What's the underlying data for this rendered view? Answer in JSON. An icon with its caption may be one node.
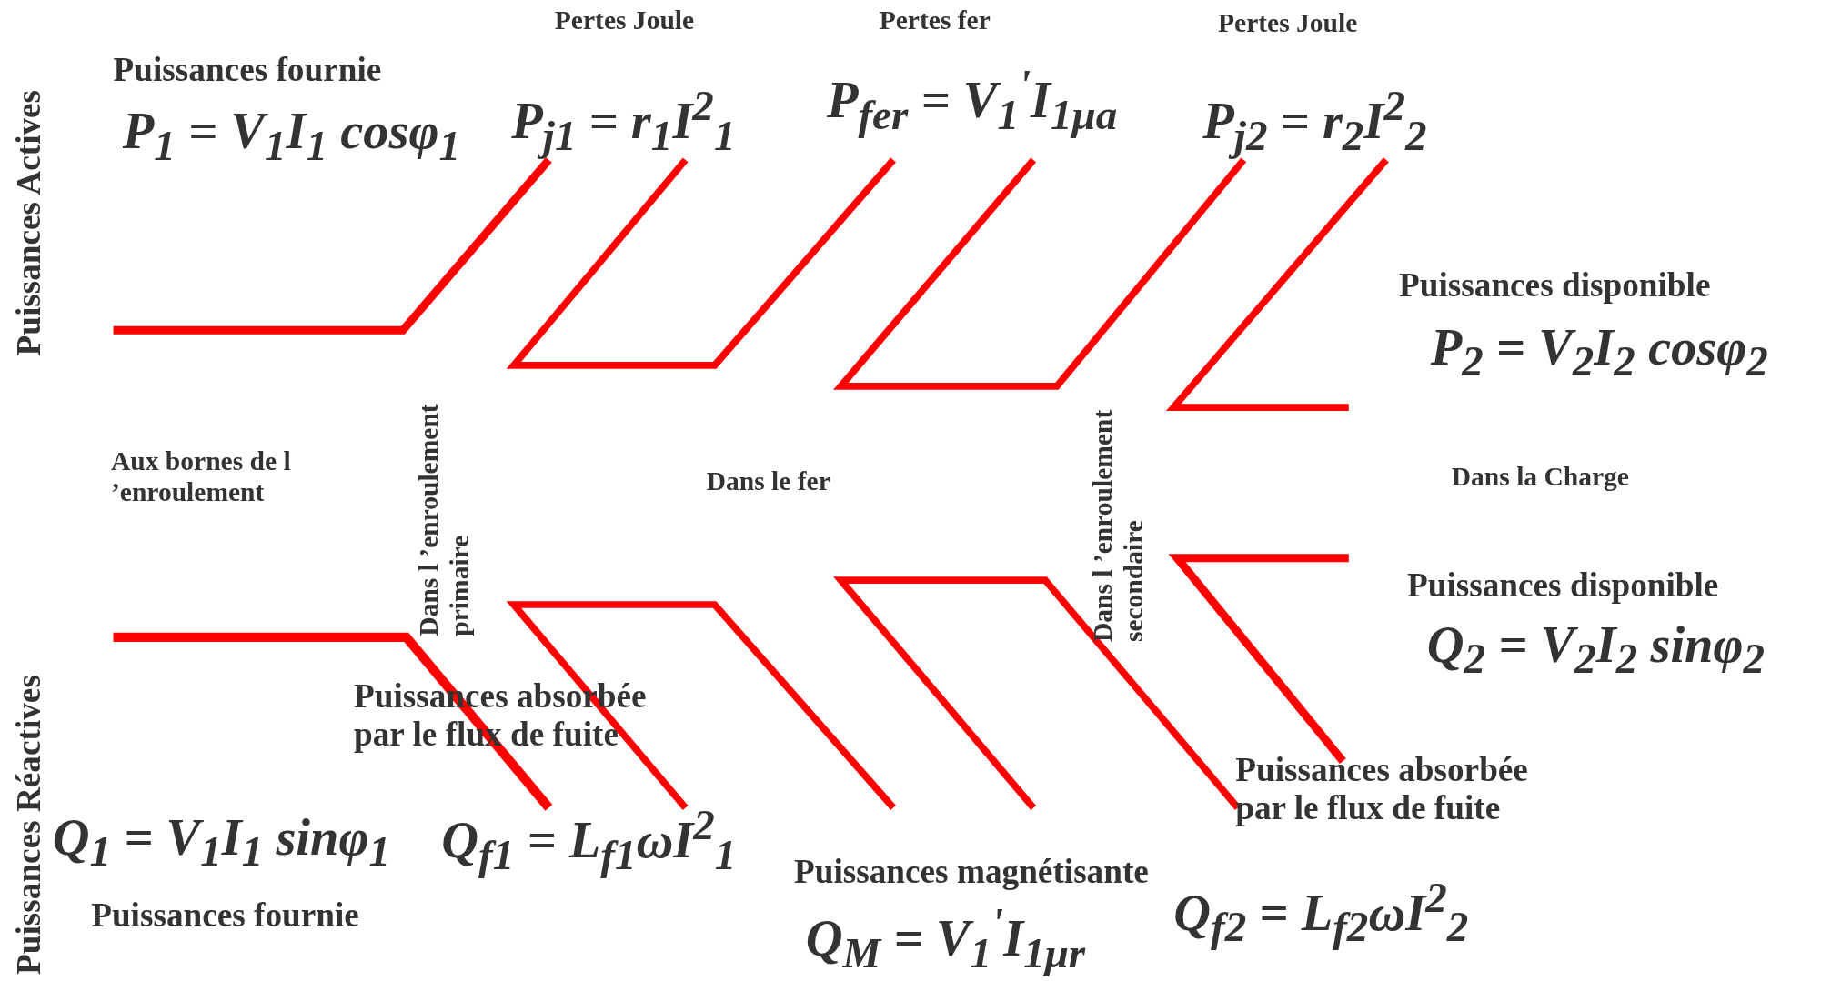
{
  "diagram": {
    "labels": [
      "Puissances Actives",
      "Pertes Joule",
      "Pertes  fer",
      "Pertes Joule",
      "Puissances fournie",
      "P$_{1}$ = V$_{1}$I$_{1}$ cosφ$_{1}$",
      "P$_{j1}$ = r$_{1}$I$^{2}$$_{1}$",
      "P$_{fer}$ = V$_{1}$$^{'}$I$_{1μa}$",
      "P$_{j2}$ = r$_{2}$I$^{2}$$_{2}$",
      "Puissances disponible",
      "P$_{2}$ = V$_{2}$I$_{2}$ cosφ$_{2}$",
      "Aux bornes de l ’enroulement",
      "Dans l ’enroulement primaire",
      "Dans le fer",
      "Dans l ’enroulement secondaire",
      "Dans la Charge",
      "Puissances Réactives",
      "Puissances disponible",
      "Q$_{2}$ = V$_{2}$I$_{2}$ sinφ$_{2}$",
      "Puissances absorbée par le flux de fuite",
      "Puissances absorbée par le flux de fuite",
      "Q$_{1}$ = V$_{1}$I$_{1}$ sinφ$_{1}$",
      "Q$_{f1}$ = L$_{f1}$ωI$^{2}$$_{1}$",
      "Puissances magnétisante",
      "Q$_{M}$ = V$_{1}$$^{'}$I$_{1μr}$",
      "Q$_{f2}$ = L$_{f2}$ωI$^{2}$$_{2}$",
      "Puissances fournie"
    ]
  }
}
